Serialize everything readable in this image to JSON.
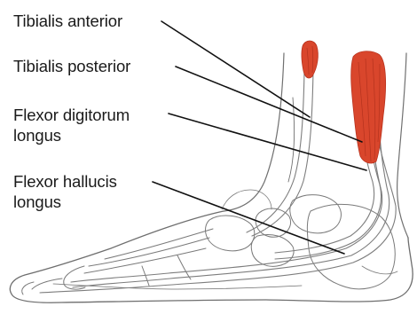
{
  "labels": {
    "tibialis_anterior": "Tibialis anterior",
    "tibialis_posterior": "Tibialis posterior",
    "flexor_digitorum_line1": "Flexor digitorum",
    "flexor_digitorum_line2": "longus",
    "flexor_hallucis_line1": "Flexor hallucis",
    "flexor_hallucis_line2": "longus"
  },
  "colors": {
    "muscle": "#d9462c",
    "muscle_dark": "#b8321d",
    "line_art": "#6b6b6b",
    "leader": "#111111",
    "background": "#ffffff"
  }
}
